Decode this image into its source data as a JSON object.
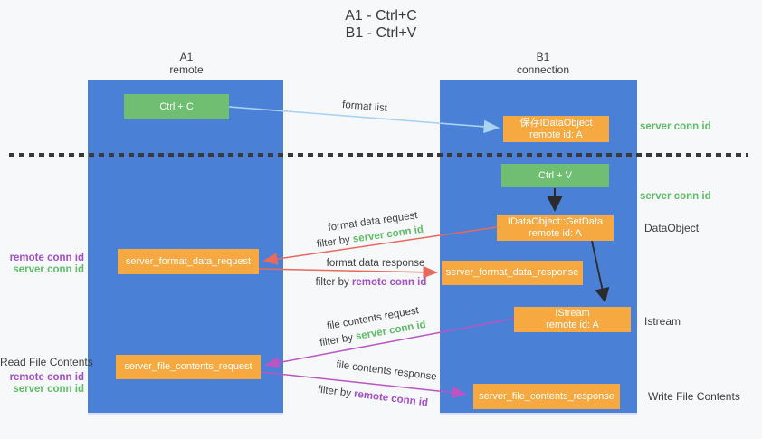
{
  "title": {
    "line1": "A1 - Ctrl+C",
    "line2": "B1 - Ctrl+V"
  },
  "lanes": {
    "left": {
      "name": "A1",
      "subtitle": "remote"
    },
    "right": {
      "name": "B1",
      "subtitle": "connection"
    }
  },
  "boxes": {
    "ctrl_c": "Ctrl + C",
    "ctrl_v": "Ctrl + V",
    "save_idataobject": {
      "line1": "保存IDataObject",
      "line2": "remote id: A"
    },
    "getdata": {
      "line1": "IDataObject::GetData",
      "line2": "remote id: A"
    },
    "istream": {
      "line1": "IStream",
      "line2": "remote id: A"
    },
    "format_request": "server_format_data_request",
    "format_response": "server_format_data_response",
    "file_request": "server_file_contents_request",
    "file_response": "server_file_contents_response"
  },
  "side_labels": {
    "server_conn_id": "server conn id",
    "remote_conn_id": "remote conn id",
    "dataobject": "DataObject",
    "istream": "Istream",
    "read_file_contents": "Read File Contents",
    "write_file_contents": "Write File Contents"
  },
  "arrow_labels": {
    "format_list": "format list",
    "format_data_request": "format data request",
    "format_data_response": "format data response",
    "file_contents_request": "file contents request",
    "file_contents_response": "file contents response",
    "filter_by": "filter by "
  },
  "colors": {
    "lane_blue": "#4a80d5",
    "box_orange": "#f7a941",
    "box_green": "#6fbe72",
    "arrow_light_blue": "#a9d3f1",
    "arrow_red": "#e8695e",
    "arrow_magenta": "#bb54c5",
    "arrow_black": "#2b2b2b",
    "text_green": "#5fbd68",
    "text_purple": "#a44fc9"
  }
}
